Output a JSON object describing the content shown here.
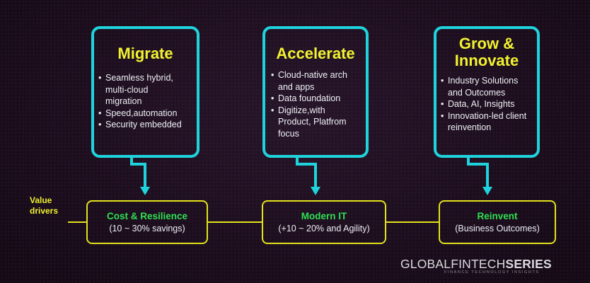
{
  "colors": {
    "background": "#1c0f1d",
    "card_border": "#1fd3dc",
    "title": "#f2f230",
    "driver_border": "#e2e21c",
    "driver_title": "#2ee052",
    "body_text": "#eef0f4"
  },
  "value_label": "Value\ndrivers",
  "cards": [
    {
      "title": "Migrate",
      "bullets": [
        "Seamless hybrid,\nmulti-cloud\nmigration",
        "Speed,automation",
        "Security embedded"
      ]
    },
    {
      "title": "Accelerate",
      "bullets": [
        "Cloud-native arch\nand apps",
        "Data foundation",
        "Digitize,with\nProduct, Platfrom\nfocus"
      ]
    },
    {
      "title": "Grow &\nInnovate",
      "bullets": [
        "Industry Solutions\nand Outcomes",
        "Data, AI, Insights",
        "Innovation-led client\nreinvention"
      ]
    }
  ],
  "drivers": [
    {
      "title": "Cost & Resilience",
      "subtitle": "(10 ~ 30% savings)"
    },
    {
      "title": "Modern IT",
      "subtitle": "(+10 ~ 20% and Agility)"
    },
    {
      "title": "Reinvent",
      "subtitle": "(Business Outcomes)"
    }
  ],
  "brand": {
    "name_light": "GLOBALFINTECH",
    "name_bold": "SERIES",
    "tagline": "FINANCE TECHNOLOGY INSIGHTS"
  }
}
